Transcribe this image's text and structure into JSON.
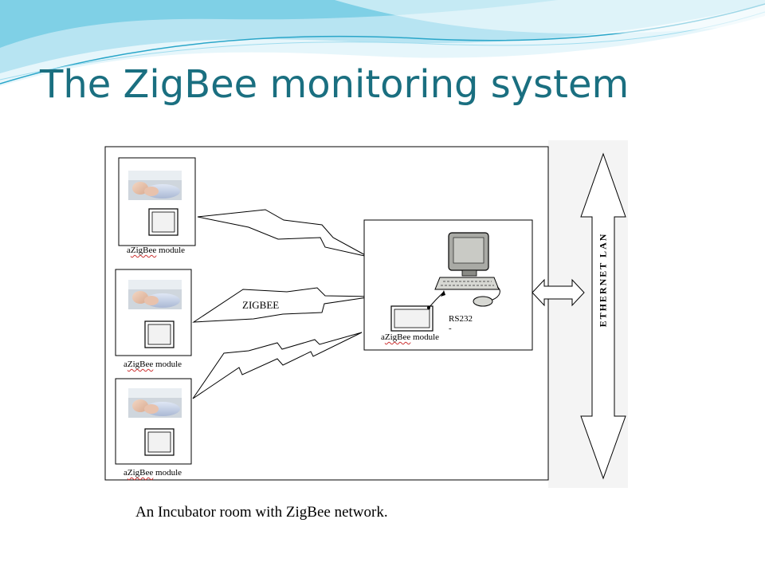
{
  "slide": {
    "title": "The ZigBee monitoring system",
    "caption": "An Incubator room with ZigBee network."
  },
  "diagram": {
    "modules": [
      {
        "prefix": "a",
        "brand": "ZigBee",
        "suffix": " module"
      },
      {
        "prefix": "a",
        "brand": "ZigBee",
        "suffix": " module"
      },
      {
        "prefix": "a",
        "brand": "ZigBee",
        "suffix": " module"
      }
    ],
    "coordinator": {
      "prefix": "a",
      "brand": "ZigBee",
      "suffix": " module"
    },
    "link_label": "ZIGBEE",
    "serial_label": "RS232",
    "serial_mark": "-",
    "lan_label": "ETHERNET LAN"
  },
  "colors": {
    "title": "#1a6f80",
    "wave_light": "#cfeef7",
    "wave_mid": "#7fd0e6",
    "wave_dark": "#2aa6c9"
  },
  "icons": [
    "baby-photo-icon",
    "zigbee-module-icon",
    "computer-icon",
    "lightning-link-icon",
    "double-arrow-icon"
  ]
}
